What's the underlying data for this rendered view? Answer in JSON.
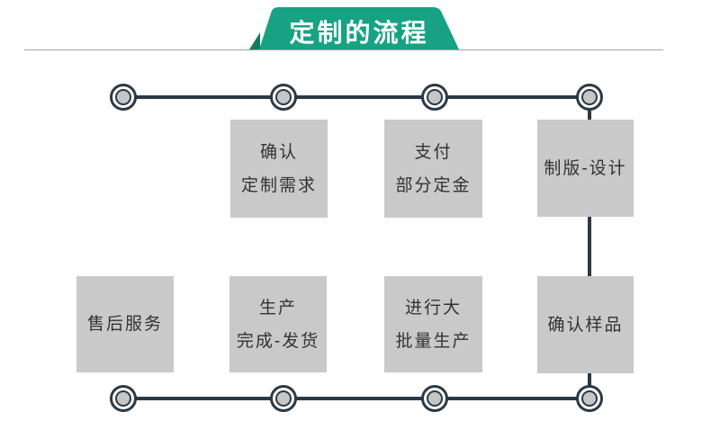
{
  "banner": {
    "title": "定制的流程"
  },
  "diagram": {
    "top_row_steps": [
      {
        "lines": [
          "确认",
          "定制需求"
        ]
      },
      {
        "lines": [
          "支付",
          "部分定金"
        ]
      },
      {
        "lines": [
          "制版-设计"
        ]
      }
    ],
    "bottom_row_steps": [
      {
        "lines": [
          "售后服务"
        ]
      },
      {
        "lines": [
          "生产",
          "完成-发货"
        ]
      },
      {
        "lines": [
          "进行大",
          "批量生产"
        ]
      },
      {
        "lines": [
          "确认样品"
        ]
      }
    ]
  },
  "colors": {
    "banner_green": "#17a284",
    "banner_fold_green": "#0d7c62",
    "connector_dark": "#2b3945",
    "step_box_gray": "#c9c9c9",
    "node_fill_gray": "#c6c6c6",
    "divider_gray": "#a3a3a3",
    "step_text": "#333333"
  }
}
